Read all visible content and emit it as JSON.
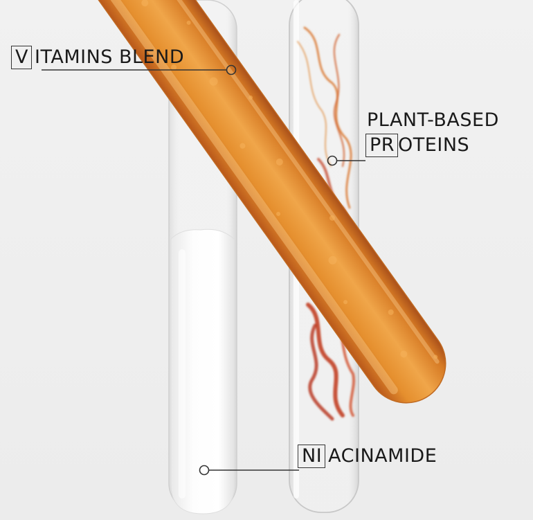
{
  "labels": {
    "vitamins": {
      "boxed": "V",
      "rest": "ITAMINS BLEND"
    },
    "plant": {
      "line1": "PLANT-BASED",
      "boxed": "PR",
      "rest": "OTEINS"
    },
    "niacinamide": {
      "boxed": "NI",
      "rest": "ACINAMIDE"
    }
  },
  "colors": {
    "background": "#efefef",
    "orange_liquid": "#e08a2a",
    "orange_dark": "#b8561a",
    "red_ink": "#c0361a",
    "milky_white": "#fbfbfb",
    "label_text": "#1a1a1a"
  }
}
